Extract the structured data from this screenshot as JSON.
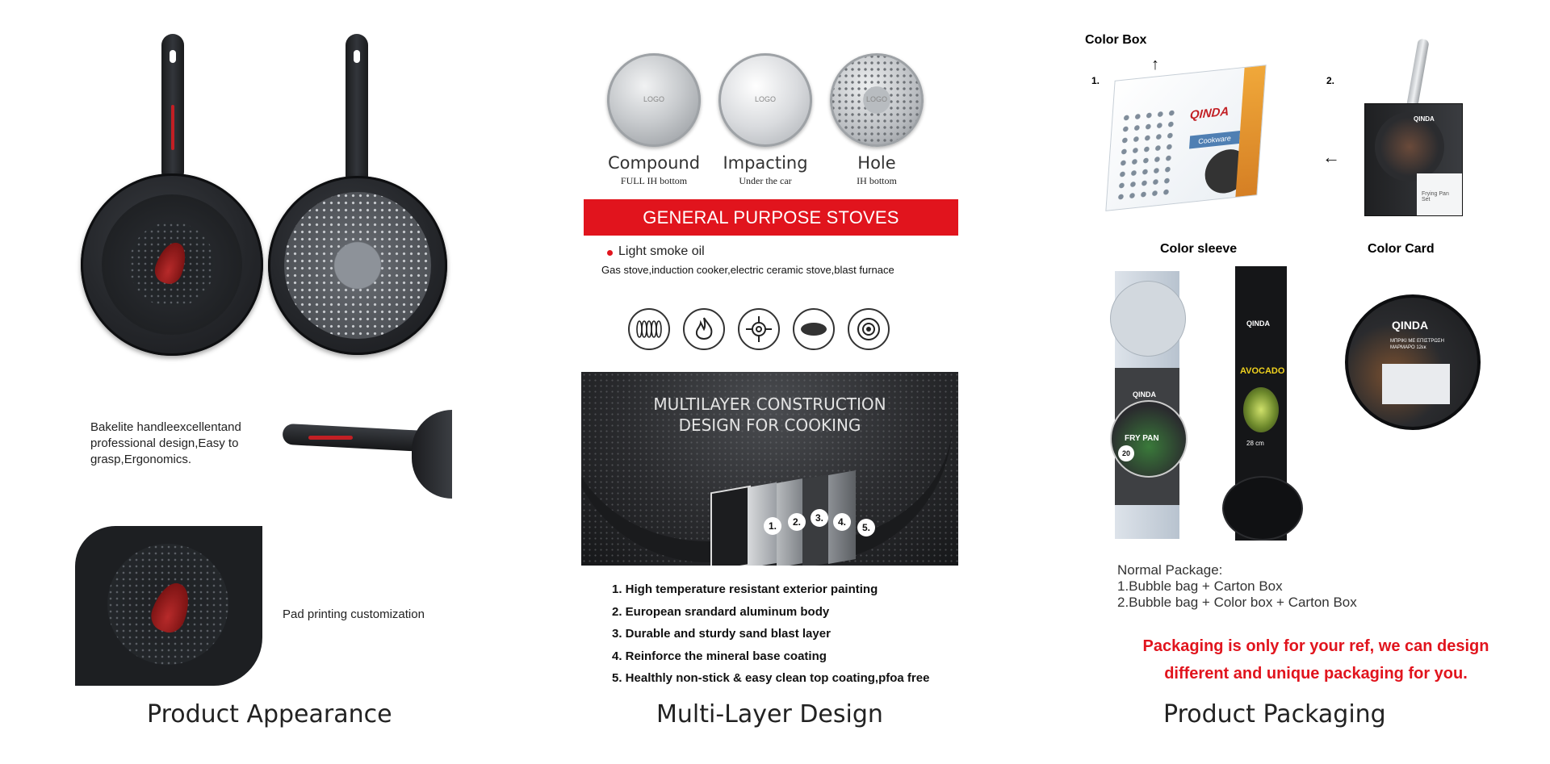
{
  "columns": {
    "appearance": "Product Appearance",
    "multilayer": "Multi-Layer Design",
    "packaging": "Product Packaging"
  },
  "appearance": {
    "handle_text": "Bakelite handleexcellentand professional design,Easy to grasp,Ergonomics.",
    "pad_text": "Pad printing customization"
  },
  "bottoms": [
    {
      "name": "Compound",
      "sub": "FULL IH bottom",
      "logo": "LOGO"
    },
    {
      "name": "Impacting",
      "sub": "Under the car",
      "logo": "LOGO"
    },
    {
      "name": "Hole",
      "sub": "IH bottom",
      "logo": "LOGO"
    }
  ],
  "stoves": {
    "banner": "GENERAL PURPOSE STOVES",
    "bullet": "Light smoke oil",
    "list": "Gas stove,induction cooker,electric ceramic stove,blast furnace",
    "icons": [
      "induction-coil-icon",
      "flame-icon",
      "gas-burner-icon",
      "ceramic-plate-icon",
      "hob-icon"
    ]
  },
  "construction": {
    "headline_1": "MULTILAYER CONSTRUCTION",
    "headline_2": "DESIGN FOR COOKING",
    "layer_numbers": [
      "1.",
      "2.",
      "3.",
      "4.",
      "5."
    ],
    "layers": [
      "1. High temperature resistant exterior painting",
      "2. European srandard aluminum body",
      "3. Durable and sturdy sand blast layer",
      "4. Reinforce the mineral base coating",
      "5. Healthly non-stick & easy clean top coating,pfoa free"
    ]
  },
  "packaging": {
    "color_box": "Color Box",
    "color_sleeve": "Color sleeve",
    "color_card": "Color Card",
    "num_1": "1.",
    "num_2": "2.",
    "brand": "QINDA",
    "box_tag": "Cookware",
    "sleeve_label_1": "FRY PAN",
    "sleeve_label_2": "AVOCADO",
    "sleeve_size_1": "20",
    "sleeve_size_2": "28 cm",
    "box2_label": "Frying Pan Set",
    "card_text": "ΜΠΡΙΚΙ ΜΕ ΕΠΙΣΤΡΩΣΗ ΜΑΡΜΑΡΟ 12εκ",
    "normal_title": "Normal Package:",
    "normal_1": "1.Bubble bag + Carton Box",
    "normal_2": "2.Bubble bag + Color box + Carton Box",
    "red_1": "Packaging is only for your ref, we can design",
    "red_2": "different and unique packaging for you."
  }
}
